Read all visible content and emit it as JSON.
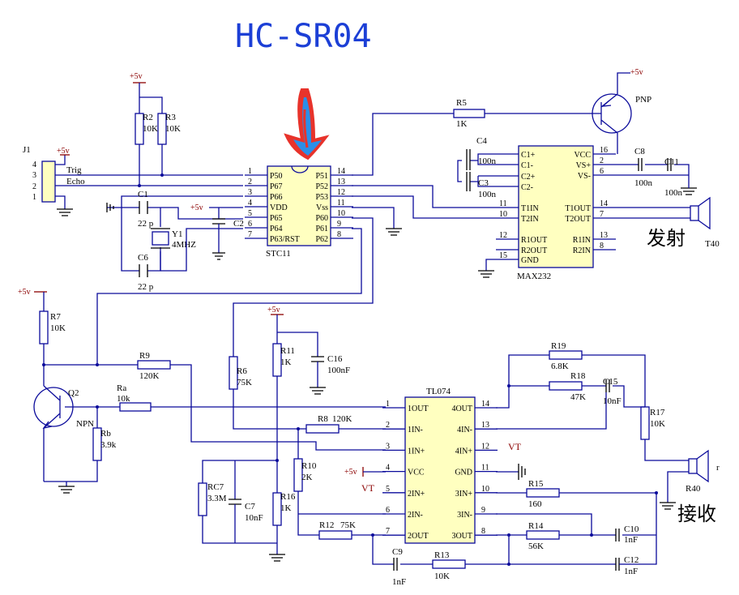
{
  "title": "HC-SR04",
  "connector": {
    "ref": "J1",
    "pins": [
      "4",
      "3",
      "2",
      "1"
    ],
    "nets": [
      "+5v",
      "Trig",
      "Echo"
    ]
  },
  "mcu": {
    "ref": "STC11",
    "left_pins": [
      {
        "num": "1",
        "name": "P50"
      },
      {
        "num": "2",
        "name": "P67"
      },
      {
        "num": "3",
        "name": "P66"
      },
      {
        "num": "4",
        "name": "VDD"
      },
      {
        "num": "5",
        "name": "P65"
      },
      {
        "num": "6",
        "name": "P64"
      },
      {
        "num": "7",
        "name": "P63/RST"
      }
    ],
    "right_pins": [
      {
        "num": "14",
        "name": "P51"
      },
      {
        "num": "13",
        "name": "P52"
      },
      {
        "num": "12",
        "name": "P53"
      },
      {
        "num": "11",
        "name": "Vss"
      },
      {
        "num": "10",
        "name": "P60"
      },
      {
        "num": "9",
        "name": "P61"
      },
      {
        "num": "8",
        "name": "P62"
      }
    ]
  },
  "max232": {
    "ref": "MAX232",
    "left_pins": [
      {
        "num": "",
        "name": "C1+"
      },
      {
        "num": "",
        "name": "C1-"
      },
      {
        "num": "",
        "name": "C2+"
      },
      {
        "num": "",
        "name": "C2-"
      },
      {
        "num": "11",
        "name": "T1IN"
      },
      {
        "num": "10",
        "name": "T2IN"
      },
      {
        "num": "12",
        "name": "R1OUT"
      },
      {
        "num": "",
        "name": "R2OUT"
      },
      {
        "num": "15",
        "name": "GND"
      }
    ],
    "right_pins": [
      {
        "num": "16",
        "name": "VCC"
      },
      {
        "num": "2",
        "name": "VS+"
      },
      {
        "num": "6",
        "name": "VS-"
      },
      {
        "num": "14",
        "name": "T1OUT"
      },
      {
        "num": "7",
        "name": "T2OUT"
      },
      {
        "num": "13",
        "name": "R1IN"
      },
      {
        "num": "8",
        "name": "R2IN"
      }
    ]
  },
  "tl074": {
    "ref": "TL074",
    "left_pins": [
      {
        "num": "1",
        "name": "1OUT"
      },
      {
        "num": "2",
        "name": "1IN-"
      },
      {
        "num": "3",
        "name": "1IN+"
      },
      {
        "num": "4",
        "name": "VCC"
      },
      {
        "num": "5",
        "name": "2IN+"
      },
      {
        "num": "6",
        "name": "2IN-"
      },
      {
        "num": "7",
        "name": "2OUT"
      }
    ],
    "right_pins": [
      {
        "num": "14",
        "name": "4OUT"
      },
      {
        "num": "13",
        "name": "4IN-"
      },
      {
        "num": "12",
        "name": "4IN+"
      },
      {
        "num": "11",
        "name": "GND"
      },
      {
        "num": "10",
        "name": "3IN+"
      },
      {
        "num": "9",
        "name": "3IN-"
      },
      {
        "num": "8",
        "name": "3OUT"
      }
    ]
  },
  "components": {
    "R2": {
      "ref": "R2",
      "value": "10K"
    },
    "R3": {
      "ref": "R3",
      "value": "10K"
    },
    "C1": {
      "ref": "C1",
      "value": "22 p"
    },
    "C6": {
      "ref": "C6",
      "value": "22 p"
    },
    "Y1": {
      "ref": "Y1",
      "value": "4MHZ"
    },
    "C2": {
      "ref": "C2"
    },
    "R5": {
      "ref": "R5",
      "value": "1K"
    },
    "PNP": {
      "ref": "PNP"
    },
    "C4": {
      "ref": "C4",
      "value": "100n"
    },
    "C3": {
      "ref": "C3",
      "value": "100n"
    },
    "C8": {
      "ref": "C8",
      "value": "100n"
    },
    "C11": {
      "ref": "C11",
      "value": "100n"
    },
    "T40": {
      "ref": "T40"
    },
    "R7": {
      "ref": "R7",
      "value": "10K"
    },
    "Q2": {
      "ref": "Q2",
      "type": "NPN"
    },
    "R9": {
      "ref": "R9",
      "value": "120K"
    },
    "Ra": {
      "ref": "Ra",
      "value": "10k"
    },
    "Rb": {
      "ref": "Rb",
      "value": "3.9k"
    },
    "R11": {
      "ref": "R11",
      "value": "1K"
    },
    "C16": {
      "ref": "C16",
      "value": "100nF"
    },
    "R6": {
      "ref": "R6",
      "value": "75K"
    },
    "R8": {
      "ref": "R8",
      "value": "120K"
    },
    "RC7": {
      "ref": "RC7",
      "value": "3.3M"
    },
    "C7": {
      "ref": "C7",
      "value": "10nF"
    },
    "R10": {
      "ref": "R10",
      "value": "2K"
    },
    "R16": {
      "ref": "R16",
      "value": "1K"
    },
    "R12": {
      "ref": "R12",
      "value": "75K"
    },
    "C9": {
      "ref": "C9",
      "value": "1nF"
    },
    "R13": {
      "ref": "R13",
      "value": "10K"
    },
    "R19": {
      "ref": "R19",
      "value": "6.8K"
    },
    "R18": {
      "ref": "R18",
      "value": "47K"
    },
    "C15": {
      "ref": "C15",
      "value": "10nF"
    },
    "R17": {
      "ref": "R17",
      "value": "10K"
    },
    "R40": {
      "ref": "R40",
      "label": "r"
    },
    "R15": {
      "ref": "R15",
      "value": "160"
    },
    "R14": {
      "ref": "R14",
      "value": "56K"
    },
    "C10": {
      "ref": "C10",
      "value": "1nF"
    },
    "C12": {
      "ref": "C12",
      "value": "1nF"
    }
  },
  "power_label": "+5v",
  "vt_label": "VT",
  "transmit_label": "发射",
  "receive_label": "接收",
  "annotation_colors": {
    "arrow_outline": "#e8332b",
    "arrow_fill": "#2b8fe8",
    "wires": "#0b0b9b",
    "power": "#8b0000",
    "title": "#1c3fd6"
  }
}
